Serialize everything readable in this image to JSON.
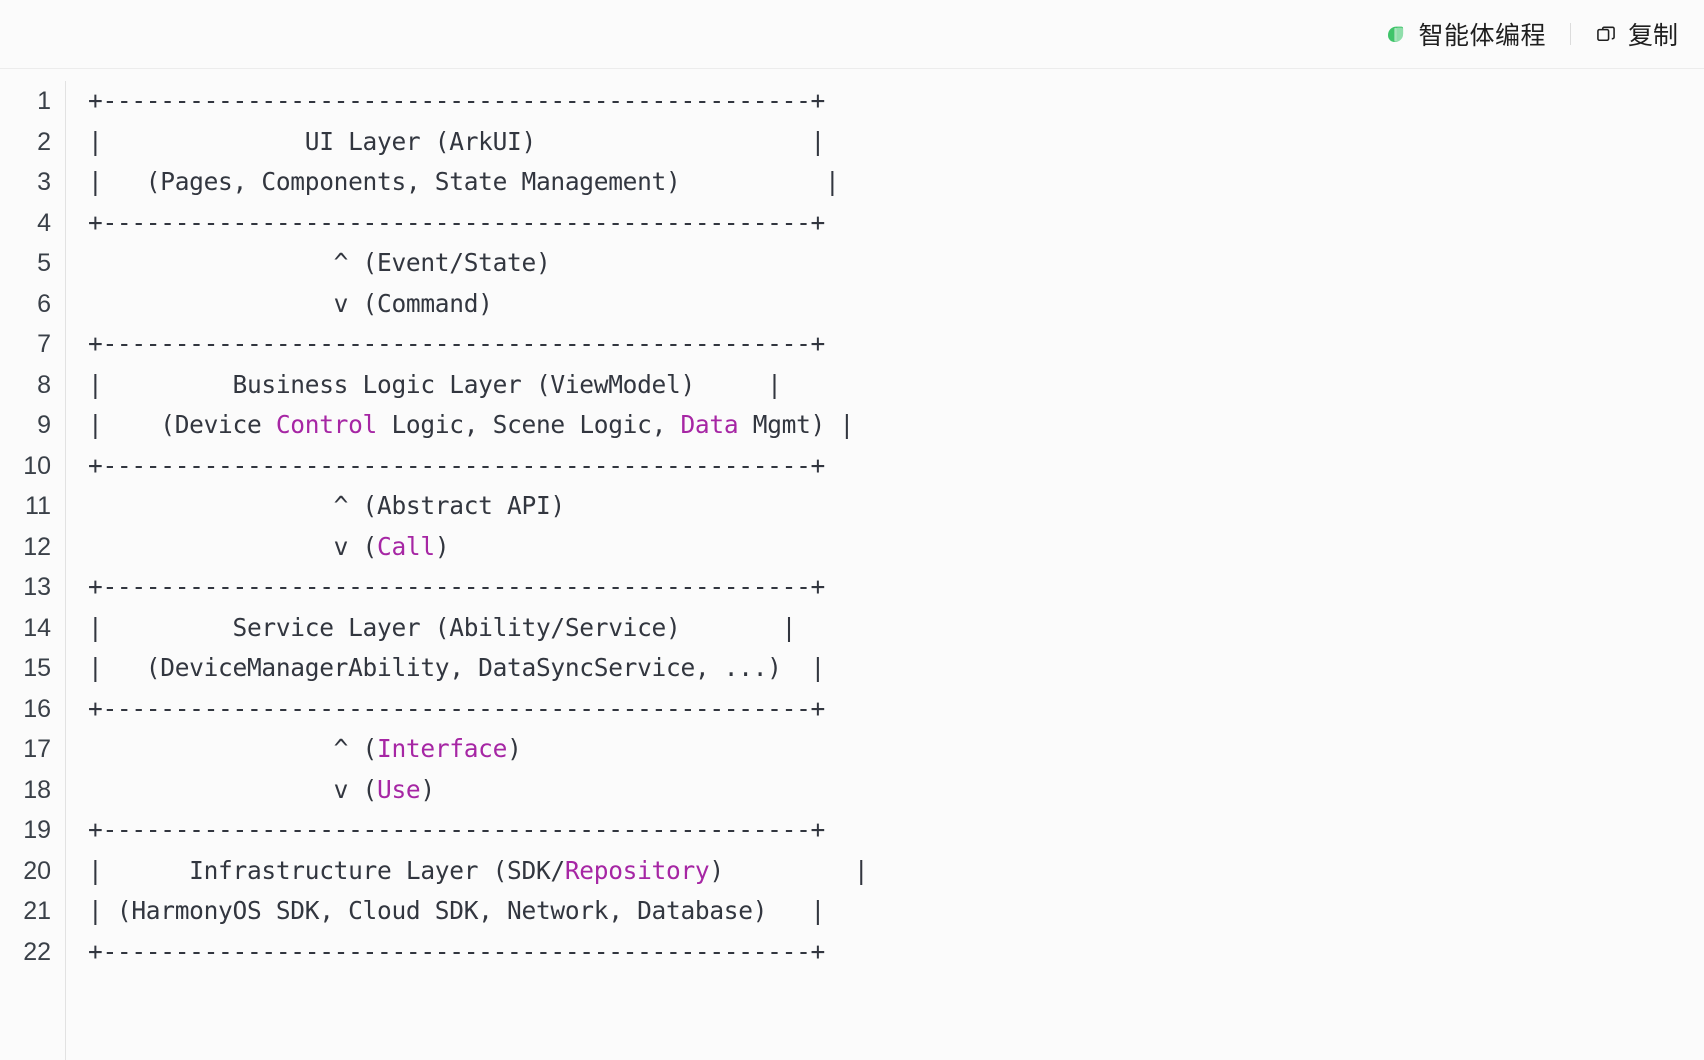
{
  "header": {
    "brand_icon": "leaf-icon",
    "brand_label": "智能体编程",
    "copy_icon": "copy-icon",
    "copy_label": "复制",
    "accent_color": "#3fc46a"
  },
  "editor": {
    "keyword_color": "#a626a4",
    "text_color": "#32363f",
    "background": "#fbfbfb",
    "line_numbers": [
      "1",
      "2",
      "3",
      "4",
      "5",
      "6",
      "7",
      "8",
      "9",
      "10",
      "11",
      "12",
      "13",
      "14",
      "15",
      "16",
      "17",
      "18",
      "19",
      "20",
      "21",
      "22"
    ],
    "lines": [
      {
        "n": 1,
        "parts": [
          {
            "t": "+-------------------------------------------------+"
          }
        ]
      },
      {
        "n": 2,
        "parts": [
          {
            "t": "|              UI Layer (ArkUI)                   |"
          }
        ]
      },
      {
        "n": 3,
        "parts": [
          {
            "t": "|   (Pages, Components, State Management)          |"
          }
        ]
      },
      {
        "n": 4,
        "parts": [
          {
            "t": "+-------------------------------------------------+"
          }
        ]
      },
      {
        "n": 5,
        "parts": [
          {
            "t": "                 ^ (Event/State)"
          }
        ]
      },
      {
        "n": 6,
        "parts": [
          {
            "t": "                 v (Command)"
          }
        ]
      },
      {
        "n": 7,
        "parts": [
          {
            "t": "+-------------------------------------------------+"
          }
        ]
      },
      {
        "n": 8,
        "parts": [
          {
            "t": "|         Business Logic Layer (ViewModel)     |"
          }
        ]
      },
      {
        "n": 9,
        "parts": [
          {
            "t": "|    (Device "
          },
          {
            "t": "Control",
            "k": true
          },
          {
            "t": " Logic, Scene Logic, "
          },
          {
            "t": "Data",
            "k": true
          },
          {
            "t": " Mgmt) |"
          }
        ]
      },
      {
        "n": 10,
        "parts": [
          {
            "t": "+-------------------------------------------------+"
          }
        ]
      },
      {
        "n": 11,
        "parts": [
          {
            "t": "                 ^ (Abstract API)"
          }
        ]
      },
      {
        "n": 12,
        "parts": [
          {
            "t": "                 v ("
          },
          {
            "t": "Call",
            "k": true
          },
          {
            "t": ")"
          }
        ]
      },
      {
        "n": 13,
        "parts": [
          {
            "t": "+-------------------------------------------------+"
          }
        ]
      },
      {
        "n": 14,
        "parts": [
          {
            "t": "|         Service Layer (Ability/Service)       |"
          }
        ]
      },
      {
        "n": 15,
        "parts": [
          {
            "t": "|   (DeviceManagerAbility, DataSyncService, ...)  |"
          }
        ]
      },
      {
        "n": 16,
        "parts": [
          {
            "t": "+-------------------------------------------------+"
          }
        ]
      },
      {
        "n": 17,
        "parts": [
          {
            "t": "                 ^ ("
          },
          {
            "t": "Interface",
            "k": true
          },
          {
            "t": ")"
          }
        ]
      },
      {
        "n": 18,
        "parts": [
          {
            "t": "                 v ("
          },
          {
            "t": "Use",
            "k": true
          },
          {
            "t": ")"
          }
        ]
      },
      {
        "n": 19,
        "parts": [
          {
            "t": "+-------------------------------------------------+"
          }
        ]
      },
      {
        "n": 20,
        "parts": [
          {
            "t": "|      Infrastructure Layer (SDK/"
          },
          {
            "t": "Repository",
            "k": true
          },
          {
            "t": ")         |"
          }
        ]
      },
      {
        "n": 21,
        "parts": [
          {
            "t": "| (HarmonyOS SDK, Cloud SDK, Network, Database)   |"
          }
        ]
      },
      {
        "n": 22,
        "parts": [
          {
            "t": "+-------------------------------------------------+"
          }
        ]
      }
    ]
  }
}
